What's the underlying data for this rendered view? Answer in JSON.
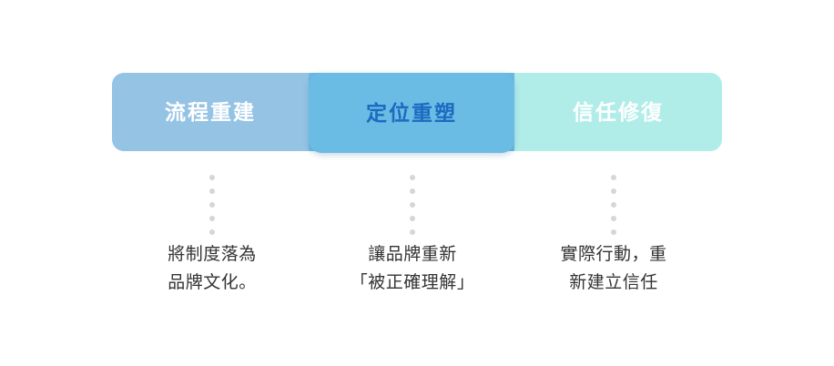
{
  "diagram": {
    "type": "three-phase-process-bar",
    "background": "#ffffff",
    "phases": [
      {
        "id": "phase-1",
        "label": "流程重建",
        "fill": "#95c3e4",
        "text_color": "#ffffff",
        "active": false,
        "caption_lines": [
          "將制度落為",
          "品牌文化。"
        ],
        "dot_count": 5
      },
      {
        "id": "phase-2",
        "label": "定位重塑",
        "fill": "#6bbce4",
        "text_color": "#1b6bc0",
        "active": true,
        "caption_lines": [
          "讓品牌重新",
          "「被正確理解」"
        ],
        "dot_count": 5
      },
      {
        "id": "phase-3",
        "label": "信任修復",
        "fill": "#b0ede9",
        "text_color": "#ffffff",
        "active": false,
        "caption_lines": [
          "實際行動，重",
          "新建立信任"
        ],
        "dot_count": 5
      }
    ],
    "connector_dot_color": "#d6d6d9",
    "caption_color": "#333333"
  }
}
